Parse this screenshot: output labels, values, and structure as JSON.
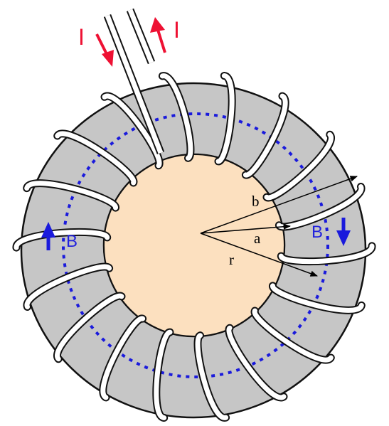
{
  "labels": {
    "current_in": "I",
    "current_out": "I",
    "field_left": "B",
    "field_right": "B",
    "radius_b": "b",
    "radius_a": "a",
    "radius_r": "r"
  },
  "colors": {
    "core": "#c6c6c6",
    "interior": "#fce0bf",
    "field_line": "#1a1adc",
    "current_arrow": "#ee1133",
    "wire": "#ffffff",
    "outline": "#111111"
  },
  "icons": {
    "current_in": "arrow-down-right-icon",
    "current_out": "arrow-up-right-icon",
    "field_left": "arrow-up-icon",
    "field_right": "arrow-down-icon"
  }
}
